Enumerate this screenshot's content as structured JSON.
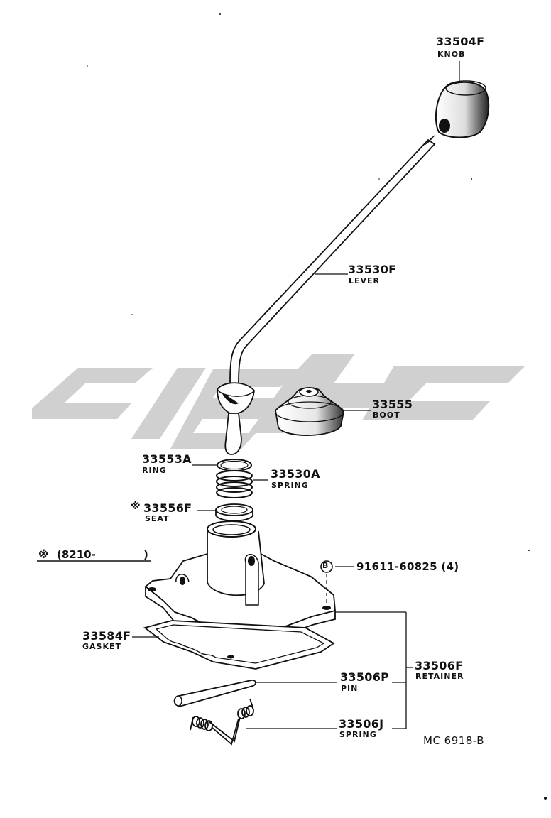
{
  "parts": [
    {
      "id": "knob",
      "number": "33504F",
      "name": "KNOB"
    },
    {
      "id": "lever",
      "number": "33530F",
      "name": "LEVER"
    },
    {
      "id": "boot",
      "number": "33555",
      "name": "BOOT"
    },
    {
      "id": "ring",
      "number": "33553A",
      "name": "RING"
    },
    {
      "id": "spring-a",
      "number": "33530A",
      "name": "SPRING"
    },
    {
      "id": "seat",
      "number": "33556F",
      "name": "SEAT",
      "mark": "※"
    },
    {
      "id": "bolt",
      "number": "91611-60825 (4)",
      "badge": "B"
    },
    {
      "id": "gasket",
      "number": "33584F",
      "name": "GASKET"
    },
    {
      "id": "retainer",
      "number": "33506F",
      "name": "RETAINER"
    },
    {
      "id": "pin",
      "number": "33506P",
      "name": "PIN"
    },
    {
      "id": "spring-j",
      "number": "33506J",
      "name": "SPRING"
    }
  ],
  "note": {
    "mark": "※",
    "text": "(8210-",
    "close": ")"
  },
  "diagram_code": "MC 6918-B",
  "colors": {
    "ink": "#111111",
    "watermark": "#c8c8c8"
  }
}
